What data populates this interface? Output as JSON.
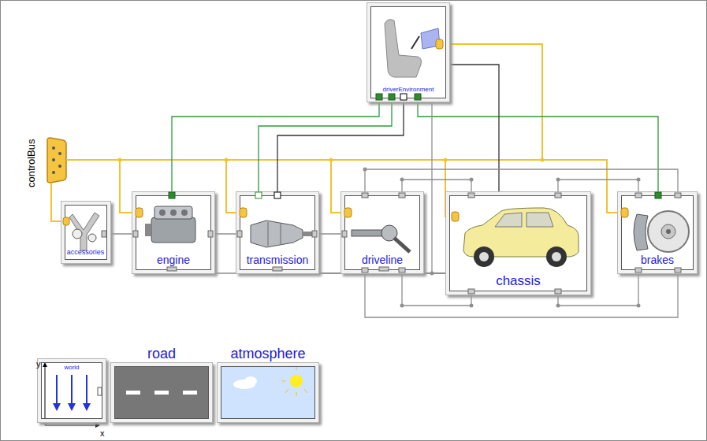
{
  "diagram": {
    "nodes": [
      {
        "text": [
          "controlBus"
        ]
      },
      {
        "text": [
          "driverEnvironment"
        ]
      },
      {
        "text": [
          "accessories"
        ]
      },
      {
        "text": [
          "engine"
        ]
      },
      {
        "text": [
          "transmission"
        ]
      },
      {
        "text": [
          "driveline"
        ]
      },
      {
        "text": [
          "chassis"
        ]
      },
      {
        "text": [
          "brakes"
        ]
      },
      {
        "text": [
          "world"
        ]
      },
      {
        "text": [
          "road"
        ]
      },
      {
        "text": [
          "atmosphere"
        ]
      }
    ],
    "edges": [
      {
        "from": 0,
        "to": 2,
        "arrow": "none"
      },
      {
        "from": 0,
        "to": 3,
        "arrow": "none"
      },
      {
        "from": 0,
        "to": 4,
        "arrow": "none"
      },
      {
        "from": 0,
        "to": 5,
        "arrow": "none"
      },
      {
        "from": 0,
        "to": 6,
        "arrow": "none"
      },
      {
        "from": 0,
        "to": 7,
        "arrow": "none"
      },
      {
        "from": 0,
        "to": 1,
        "arrow": "none"
      },
      {
        "from": 1,
        "to": 3,
        "arrow": "none"
      },
      {
        "from": 1,
        "to": 4,
        "arrow": "none"
      },
      {
        "from": 1,
        "to": 4,
        "arrow": "none"
      },
      {
        "from": 1,
        "to": 7,
        "arrow": "none"
      },
      {
        "from": 1,
        "to": 6,
        "arrow": "none"
      },
      {
        "from": 1,
        "to": 6,
        "arrow": "none"
      },
      {
        "from": 2,
        "to": 3,
        "arrow": "none"
      },
      {
        "from": 3,
        "to": 4,
        "arrow": "none"
      },
      {
        "from": 4,
        "to": 5,
        "arrow": "none"
      },
      {
        "from": 3,
        "to": 6,
        "arrow": "none"
      },
      {
        "from": 4,
        "to": 6,
        "arrow": "none"
      },
      {
        "from": 5,
        "to": 6,
        "arrow": "none"
      },
      {
        "from": 5,
        "to": 7,
        "arrow": "none"
      },
      {
        "from": 5,
        "to": 6,
        "arrow": "none"
      },
      {
        "from": 6,
        "to": 7,
        "arrow": "none"
      },
      {
        "from": 5,
        "to": 7,
        "arrow": "none"
      },
      {
        "from": 5,
        "to": 6,
        "arrow": "none"
      },
      {
        "from": 6,
        "to": 7,
        "arrow": "none"
      }
    ],
    "labels": [
      "y",
      "x"
    ]
  }
}
